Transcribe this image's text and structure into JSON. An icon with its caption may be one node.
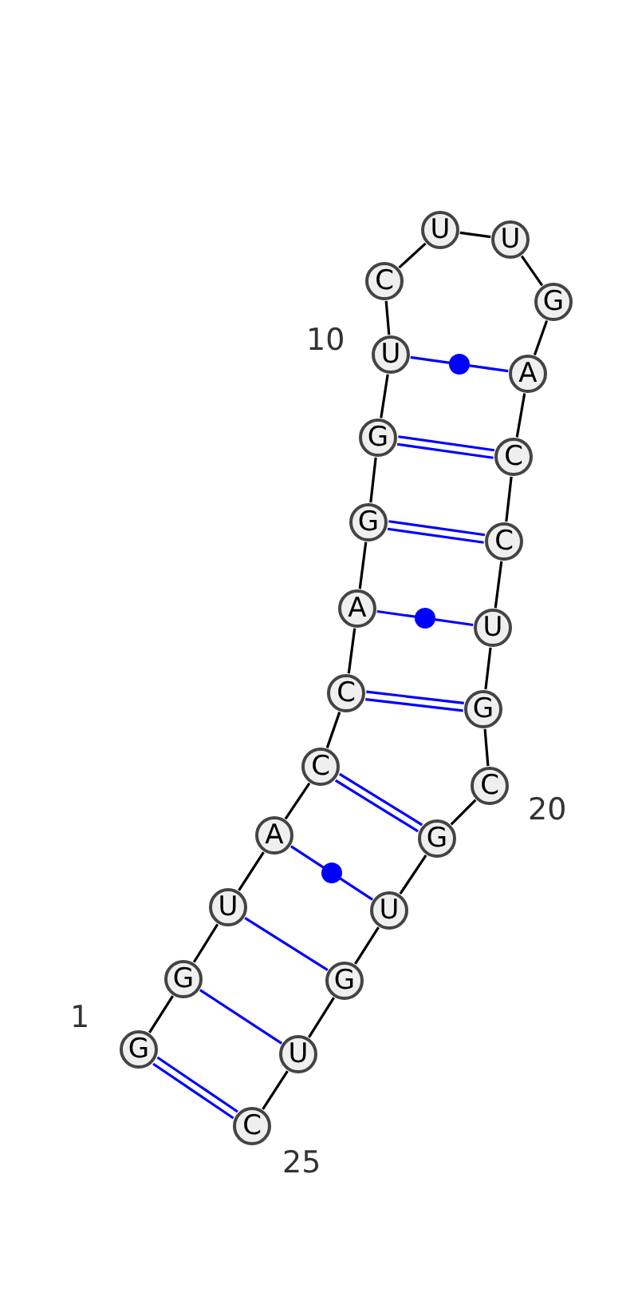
{
  "diagram": {
    "nodes": [
      {
        "text": [
          "G"
        ]
      },
      {
        "text": [
          "G"
        ]
      },
      {
        "text": [
          "U"
        ]
      },
      {
        "text": [
          "A"
        ]
      },
      {
        "text": [
          "C"
        ]
      },
      {
        "text": [
          "C"
        ]
      },
      {
        "text": [
          "A"
        ]
      },
      {
        "text": [
          "G"
        ]
      },
      {
        "text": [
          "G"
        ]
      },
      {
        "text": [
          "U"
        ]
      },
      {
        "text": [
          "C"
        ]
      },
      {
        "text": [
          "U"
        ]
      },
      {
        "text": [
          "U"
        ]
      },
      {
        "text": [
          "G"
        ]
      },
      {
        "text": [
          "A"
        ]
      },
      {
        "text": [
          "C"
        ]
      },
      {
        "text": [
          "C"
        ]
      },
      {
        "text": [
          "U"
        ]
      },
      {
        "text": [
          "G"
        ]
      },
      {
        "text": [
          "C"
        ]
      },
      {
        "text": [
          "G"
        ]
      },
      {
        "text": [
          "U"
        ]
      },
      {
        "text": [
          "G"
        ]
      },
      {
        "text": [
          "U"
        ]
      },
      {
        "text": [
          "C"
        ]
      }
    ],
    "edges": [
      {
        "from": 0,
        "to": 1,
        "arrow": "none"
      },
      {
        "from": 1,
        "to": 2,
        "arrow": "none"
      },
      {
        "from": 2,
        "to": 3,
        "arrow": "none"
      },
      {
        "from": 3,
        "to": 4,
        "arrow": "none"
      },
      {
        "from": 4,
        "to": 5,
        "arrow": "none"
      },
      {
        "from": 5,
        "to": 6,
        "arrow": "none"
      },
      {
        "from": 6,
        "to": 7,
        "arrow": "none"
      },
      {
        "from": 7,
        "to": 8,
        "arrow": "none"
      },
      {
        "from": 8,
        "to": 9,
        "arrow": "none"
      },
      {
        "from": 9,
        "to": 10,
        "arrow": "none"
      },
      {
        "from": 10,
        "to": 11,
        "arrow": "none"
      },
      {
        "from": 11,
        "to": 12,
        "arrow": "none"
      },
      {
        "from": 12,
        "to": 13,
        "arrow": "none"
      },
      {
        "from": 13,
        "to": 14,
        "arrow": "none"
      },
      {
        "from": 14,
        "to": 15,
        "arrow": "none"
      },
      {
        "from": 15,
        "to": 16,
        "arrow": "none"
      },
      {
        "from": 16,
        "to": 17,
        "arrow": "none"
      },
      {
        "from": 17,
        "to": 18,
        "arrow": "none"
      },
      {
        "from": 18,
        "to": 19,
        "arrow": "none"
      },
      {
        "from": 19,
        "to": 20,
        "arrow": "none"
      },
      {
        "from": 20,
        "to": 21,
        "arrow": "none"
      },
      {
        "from": 21,
        "to": 22,
        "arrow": "none"
      },
      {
        "from": 22,
        "to": 23,
        "arrow": "none"
      },
      {
        "from": 23,
        "to": 24,
        "arrow": "none"
      },
      {
        "from": 0,
        "to": 24,
        "arrow": "none",
        "color": "#0000ff"
      },
      {
        "from": 1,
        "to": 23,
        "arrow": "none",
        "color": "#0000ff"
      },
      {
        "from": 2,
        "to": 22,
        "arrow": "none",
        "color": "#0000ff"
      },
      {
        "from": 3,
        "to": 21,
        "arrow": "none",
        "color": "#0000ff"
      },
      {
        "from": 4,
        "to": 20,
        "arrow": "none",
        "color": "#0000ff"
      },
      {
        "from": 5,
        "to": 18,
        "arrow": "none",
        "color": "#0000ff"
      },
      {
        "from": 6,
        "to": 17,
        "arrow": "none",
        "color": "#0000ff"
      },
      {
        "from": 7,
        "to": 16,
        "arrow": "none",
        "color": "#0000ff"
      },
      {
        "from": 8,
        "to": 15,
        "arrow": "none",
        "color": "#0000ff"
      },
      {
        "from": 9,
        "to": 14,
        "arrow": "none",
        "color": "#0000ff"
      }
    ],
    "labels": [
      "10",
      "20",
      "1",
      "25"
    ]
  }
}
